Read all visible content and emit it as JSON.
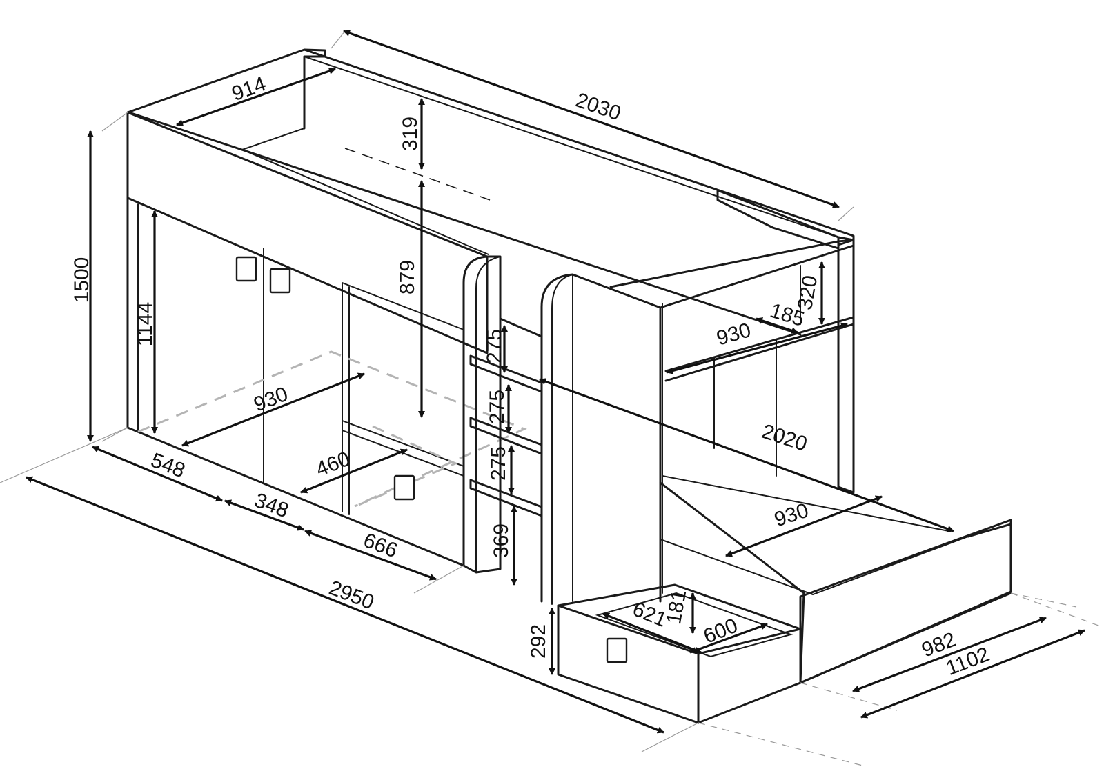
{
  "dimensions": {
    "d914": "914",
    "d2030": "2030",
    "d319": "319",
    "d879": "879",
    "d1500": "1500",
    "d1144": "1144",
    "d930_cabinet": "930",
    "d548": "548",
    "d460": "460",
    "d348": "348",
    "d666": "666",
    "d2950": "2950",
    "d275_top": "275",
    "d275_mid": "275",
    "d275_bot": "275",
    "d369": "369",
    "d320": "320",
    "d185": "185",
    "d930_shelf": "930",
    "d2020": "2020",
    "d930_lower": "930",
    "d292": "292",
    "d621": "621",
    "d181": "181",
    "d600": "600",
    "d982": "982",
    "d1102": "1102"
  },
  "colors": {
    "line": "#1a1a1a",
    "hidden_line": "#b4b4b4",
    "extension_line": "#9a9a9a",
    "background": "#ffffff"
  }
}
